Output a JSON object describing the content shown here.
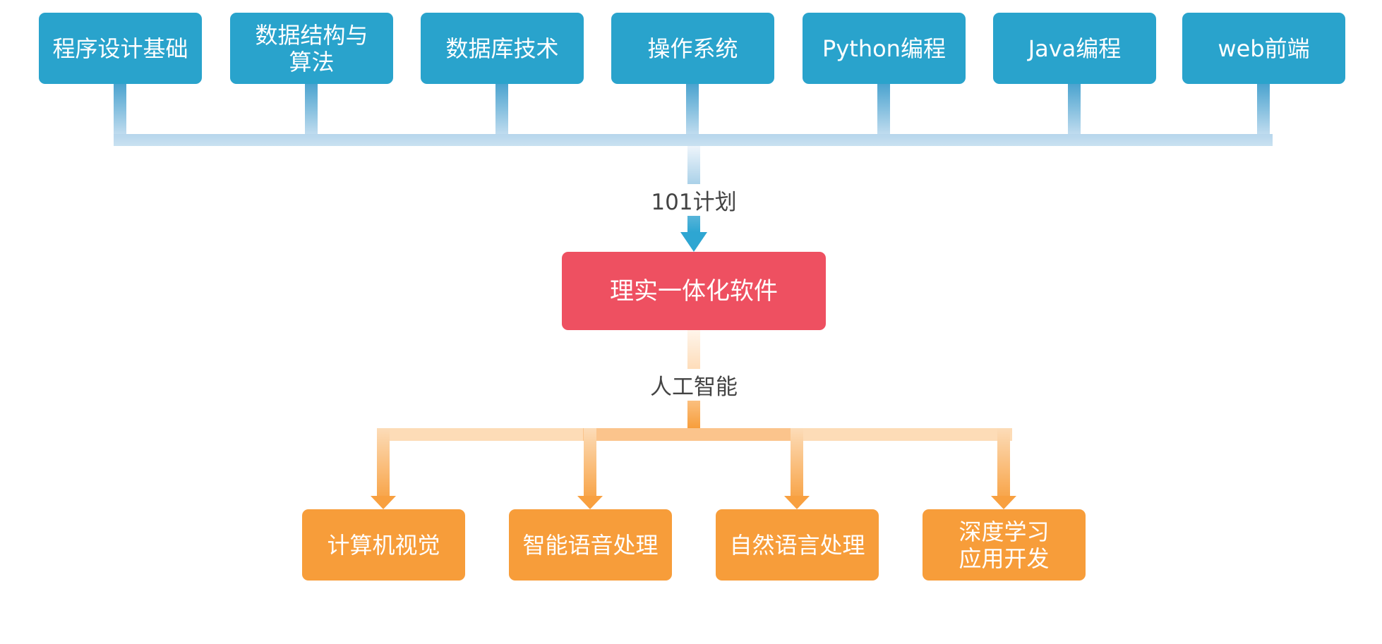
{
  "diagram": {
    "courses": [
      {
        "label": "程序设计基础"
      },
      {
        "label": "数据结构与\n算法"
      },
      {
        "label": "数据库技术"
      },
      {
        "label": "操作系统"
      },
      {
        "label": "Python编程"
      },
      {
        "label": "Java编程"
      },
      {
        "label": "web前端"
      }
    ],
    "upper_link_label": "101计划",
    "core": {
      "label": "理实一体化软件"
    },
    "lower_link_label": "人工智能",
    "applications": [
      {
        "label": "计算机视觉"
      },
      {
        "label": "智能语音处理"
      },
      {
        "label": "自然语言处理"
      },
      {
        "label": "深度学习\n应用开发"
      }
    ],
    "colors": {
      "course_box": "#29a3cc",
      "core_box": "#ee5061",
      "application_box": "#f79d3a",
      "blue_connector": "#5aaed6",
      "orange_connector": "#f79d3a",
      "label_text": "#444444"
    }
  }
}
